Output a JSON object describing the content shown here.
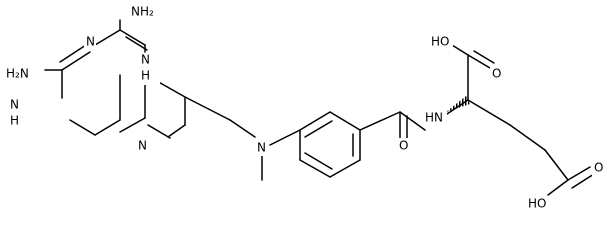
{
  "labels": {
    "amine_top": "NH₂",
    "amine_left": "H₂N",
    "ring_n_top": "N",
    "ring_nh_left": "N",
    "ring_nh_left_h": "H",
    "ring_nh_mid": "N",
    "ring_nh_mid_h": "H",
    "ring_n_bottom": "N",
    "n_methyl": "N",
    "amide_nh": "HN",
    "amide_o": "O",
    "acid1_oh": "HO",
    "acid1_o": "O",
    "acid2_o": "O",
    "acid2_oh": "HO"
  }
}
